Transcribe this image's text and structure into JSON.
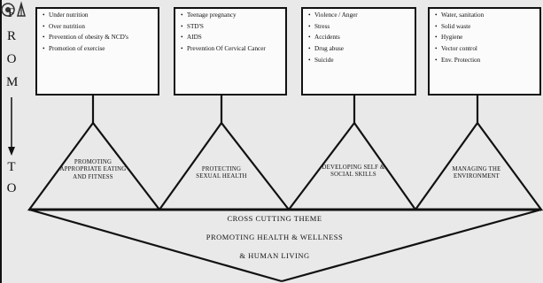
{
  "side_label": {
    "top": [
      "F",
      "R",
      "O",
      "M"
    ],
    "bottom": [
      "T",
      "O"
    ]
  },
  "boxes": [
    {
      "items": [
        "Under nutrition",
        "Over nutrition",
        "Prevention of obesity & NCD's",
        "Promotion of exercise"
      ]
    },
    {
      "items": [
        "Teenage pregnancy",
        "STD'S",
        "AIDS",
        "Prevention Of Cervical Cancer"
      ]
    },
    {
      "items": [
        "Violence / Anger",
        "Stress",
        "Accidents",
        "Drug abuse",
        "Suicide"
      ]
    },
    {
      "items": [
        "Water, sanitation",
        "Solid waste",
        "Hygiene",
        "Vector control",
        "Env. Protection"
      ]
    }
  ],
  "triangles": [
    {
      "label": "Promoting Appropriate Eating and Fitness"
    },
    {
      "label": "Protecting Sexual Health"
    },
    {
      "label": "Developing Self & Social Skills"
    },
    {
      "label": "Managing The Environment"
    }
  ],
  "theme": {
    "line1": "Cross Cutting Theme",
    "line2": "Promoting Health & Wellness",
    "line3": "& Human Living"
  },
  "colors": {
    "background": "#e9e9e9",
    "line": "#111111",
    "box_fill": "#fbfbfb"
  }
}
